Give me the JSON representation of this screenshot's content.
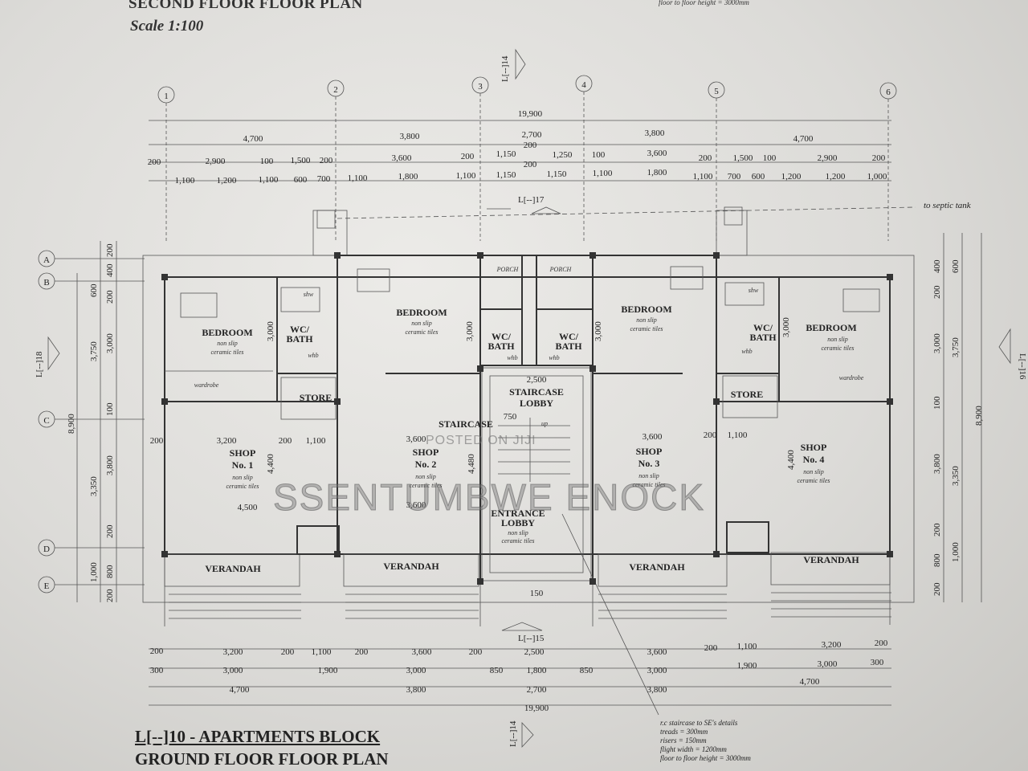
{
  "header": {
    "title": "SECOND FLOOR FLOOR PLAN",
    "scale": "Scale 1:100",
    "top_note": "floor to floor height = 3000mm"
  },
  "footer": {
    "title": "L[--]10 - APARTMENTS BLOCK",
    "subtitle": "GROUND FLOOR FLOOR PLAN"
  },
  "watermark": {
    "main": "SSENTUMBWE ENOCK",
    "posted": "POSTED ON JIJI"
  },
  "grid_columns": [
    "1",
    "2",
    "3",
    "4",
    "5",
    "6"
  ],
  "grid_rows": [
    "A",
    "B",
    "C",
    "D",
    "E"
  ],
  "sections": {
    "top": "L[--]14",
    "top2": "L[--]17",
    "left": "L[--]18",
    "right": "L[--]16",
    "bottom": "L[--]15",
    "bottom2": "L[--]14"
  },
  "dims_top": {
    "overall": "19,900",
    "row1": [
      "4,700",
      "3,800",
      "2,700",
      "3,800",
      "4,700"
    ],
    "row1_center": "200",
    "row2": [
      "200",
      "2,900",
      "100",
      "1,500",
      "200",
      "3,600",
      "200",
      "1,150",
      "1,250",
      "100",
      "3,600",
      "200",
      "1,500",
      "100",
      "2,900",
      "200"
    ],
    "row2_center": "200",
    "row3": [
      "1,100",
      "1,200",
      "1,100",
      "600",
      "700",
      "1,100",
      "1,800",
      "1,100",
      "1,150",
      "1,150",
      "1,100",
      "1,800",
      "1,100",
      "700",
      "600",
      "1,200",
      "1,200",
      "1,000"
    ]
  },
  "dims_bottom": {
    "row1": [
      "200",
      "3,200",
      "200",
      "1,100",
      "200",
      "3,600",
      "200",
      "2,500",
      "3,600",
      "200",
      "1,100",
      "3,200",
      "200"
    ],
    "row2": [
      "300",
      "3,000",
      "1,900",
      "3,000",
      "850",
      "1,800",
      "850",
      "3,000",
      "1,900",
      "3,000",
      "300"
    ],
    "row3": [
      "4,700",
      "3,800",
      "2,700",
      "3,800",
      "4,700"
    ],
    "overall": "19,900"
  },
  "dims_left": [
    "600",
    "400",
    "200",
    "3,000",
    "3,750",
    "100",
    "8,900",
    "3,350",
    "3,800",
    "200",
    "800",
    "1,000",
    "200",
    "200"
  ],
  "dims_right": [
    "400",
    "600",
    "200",
    "3,000",
    "3,750",
    "100",
    "8,900",
    "3,800",
    "3,350",
    "200",
    "800",
    "1,000",
    "200"
  ],
  "rooms": {
    "bedroom": "BEDROOM",
    "tiles1": "non slip",
    "tiles2": "ceramic tiles",
    "wardrobe": "wardrobe",
    "wc": "WC/",
    "bath": "BATH",
    "store": "STORE",
    "shop": "SHOP",
    "shop1": "No. 1",
    "shop2": "No. 2",
    "shop3": "No. 3",
    "shop4": "No. 4",
    "verandah": "VERANDAH",
    "porch": "PORCH",
    "staircase": "STAIRCASE",
    "lobby": "LOBBY",
    "entrance": "ENTRANCE",
    "shw": "shw",
    "whb": "whb",
    "up": "up"
  },
  "room_dims": {
    "shop_w": "3,200",
    "shop_w2": "3,600",
    "shop_h": "4,400",
    "shop_b": "4,500",
    "shop2_b": "3,600",
    "bed_h": "3,000",
    "stair_w": "2,500",
    "stair_h": "4,480",
    "stair_r": "750",
    "entr_r": "150",
    "side": "1,100",
    "side2": "200"
  },
  "notes": {
    "septic": "to septic tank",
    "stair1": "r.c staircase to SE's details",
    "stair2": "treads = 300mm",
    "stair3": "risers = 150mm",
    "stair4": "flight width = 1200mm",
    "stair5": "floor to floor height = 3000mm"
  }
}
